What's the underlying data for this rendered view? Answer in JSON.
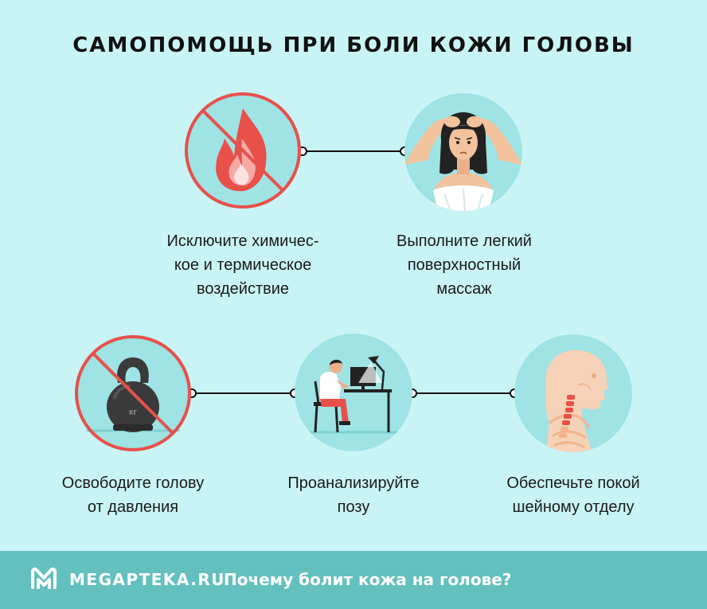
{
  "title": "САМОПОМОЩЬ ПРИ БОЛИ КОЖИ ГОЛОВЫ",
  "items": [
    {
      "icon": "no-fire-icon",
      "lines": [
        "Исключите химичес-",
        "кое и термическое",
        "воздействие"
      ]
    },
    {
      "icon": "head-massage-icon",
      "lines": [
        "Выполните легкий",
        "поверхностный",
        "массаж"
      ]
    },
    {
      "icon": "no-kettlebell-icon",
      "lines": [
        "Освободите голову",
        "от давления"
      ]
    },
    {
      "icon": "posture-icon",
      "lines": [
        "Проанализируйте",
        "позу"
      ]
    },
    {
      "icon": "neck-spine-icon",
      "lines": [
        "Обеспечьте покой",
        "шейному отделу"
      ]
    }
  ],
  "kettlebell_label": "кг",
  "footer": {
    "brand": "MEGAPTEKA.RU",
    "link": "Почему болит кожа на голове?"
  },
  "colors": {
    "background": "#c9f4f5",
    "circle": "#9fe3e4",
    "prohibited_red": "#e8504a",
    "footer": "#64c0be"
  }
}
